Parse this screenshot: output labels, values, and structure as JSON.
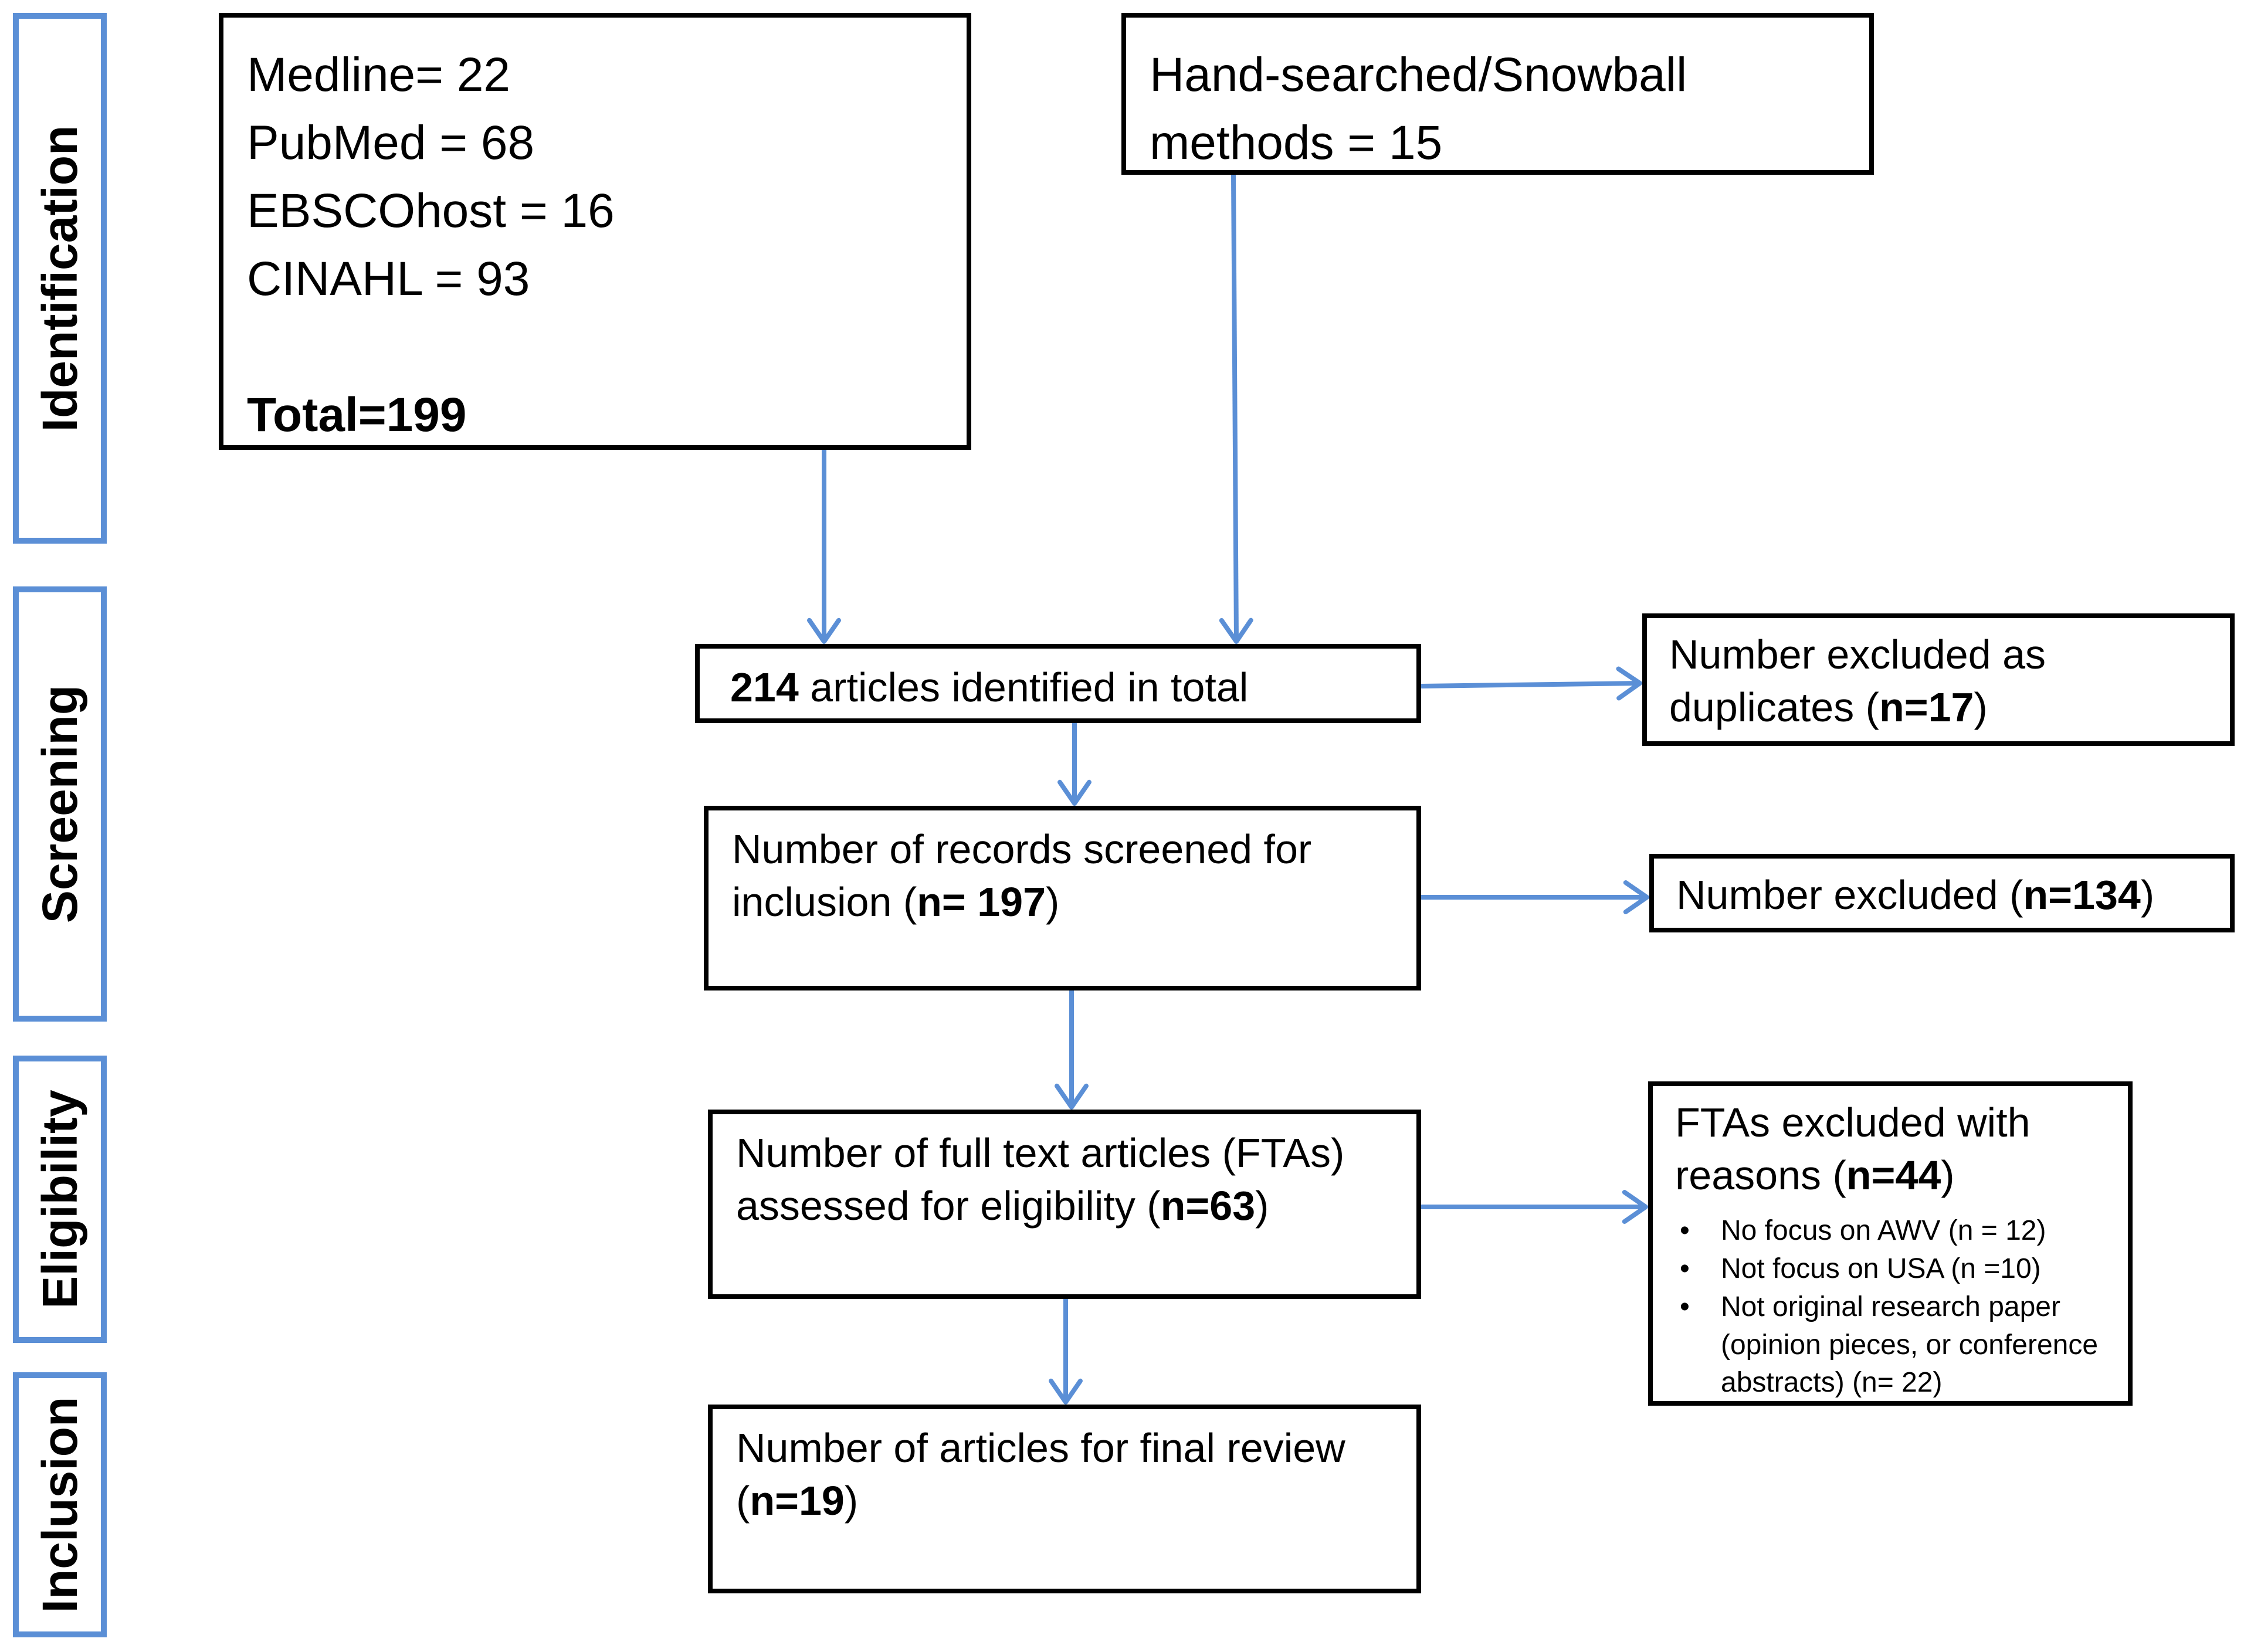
{
  "stages": {
    "identification": "Identification",
    "screening": "Screening",
    "eligibility": "Eligibility",
    "inclusion": "Inclusion"
  },
  "sources_box": {
    "lines": [
      "Medline= 22",
      "PubMed = 68",
      "EBSCOhost = 16",
      "CINAHL = 93"
    ],
    "total": "Total=199"
  },
  "handsearch_box": {
    "lines": [
      "Hand-searched/Snowball",
      "methods = 15"
    ]
  },
  "identified_box": {
    "count": "214",
    "text": " articles identified in total"
  },
  "duplicates_box": {
    "line1": "Number excluded as",
    "line2_pre": "duplicates (",
    "count": "n=17",
    "line2_post": ")"
  },
  "screened_box": {
    "line1": "Number of records screened for",
    "line2_pre": "inclusion (",
    "count": "n= 197",
    "line2_post": ")"
  },
  "excluded_box": {
    "pre": "Number excluded (",
    "count": "n=134",
    "post": ")"
  },
  "fulltext_box": {
    "line1": "Number of full text articles (FTAs)",
    "line2_pre": "assessed for eligibility (",
    "count": "n=63",
    "line2_post": ")"
  },
  "fta_excluded_box": {
    "line1": "FTAs excluded  with",
    "line2_pre": "reasons (",
    "count": "n=44",
    "line2_post": ")",
    "reasons": [
      "No focus on AWV (n = 12)",
      "Not focus on USA (n =10)",
      "Not original research paper",
      "(opinion pieces, or conference",
      "abstracts) (n= 22)"
    ]
  },
  "final_box": {
    "line1": "Number of articles for final review",
    "line2_pre": "(",
    "count": "n=19",
    "line2_post": ")"
  },
  "colors": {
    "arrow": "#5b8fd6",
    "stage_border": "#5b8fd6",
    "box_border": "#000000"
  }
}
